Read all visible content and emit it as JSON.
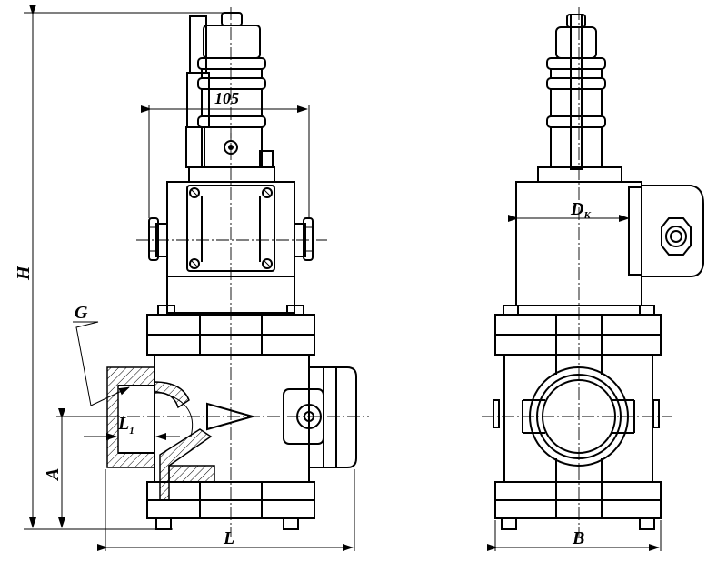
{
  "drawing": {
    "labels": {
      "dim_top_width": "105",
      "dim_height": "H",
      "thread": "G",
      "thread_length": "L",
      "thread_length_sub": "1",
      "axis_height": "A",
      "length": "L",
      "width": "B",
      "cable_diameter": "D",
      "cable_diameter_sub": "K"
    }
  }
}
